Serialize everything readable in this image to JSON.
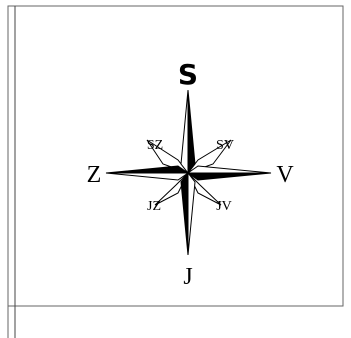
{
  "compass": {
    "north": "S",
    "south": "J",
    "west": "Z",
    "east": "V",
    "northwest": "SZ",
    "northeast": "SV",
    "southwest": "JZ",
    "southeast": "JV"
  },
  "colors": {
    "ink": "#000000",
    "paper": "#ffffff",
    "frame": "#666666"
  }
}
